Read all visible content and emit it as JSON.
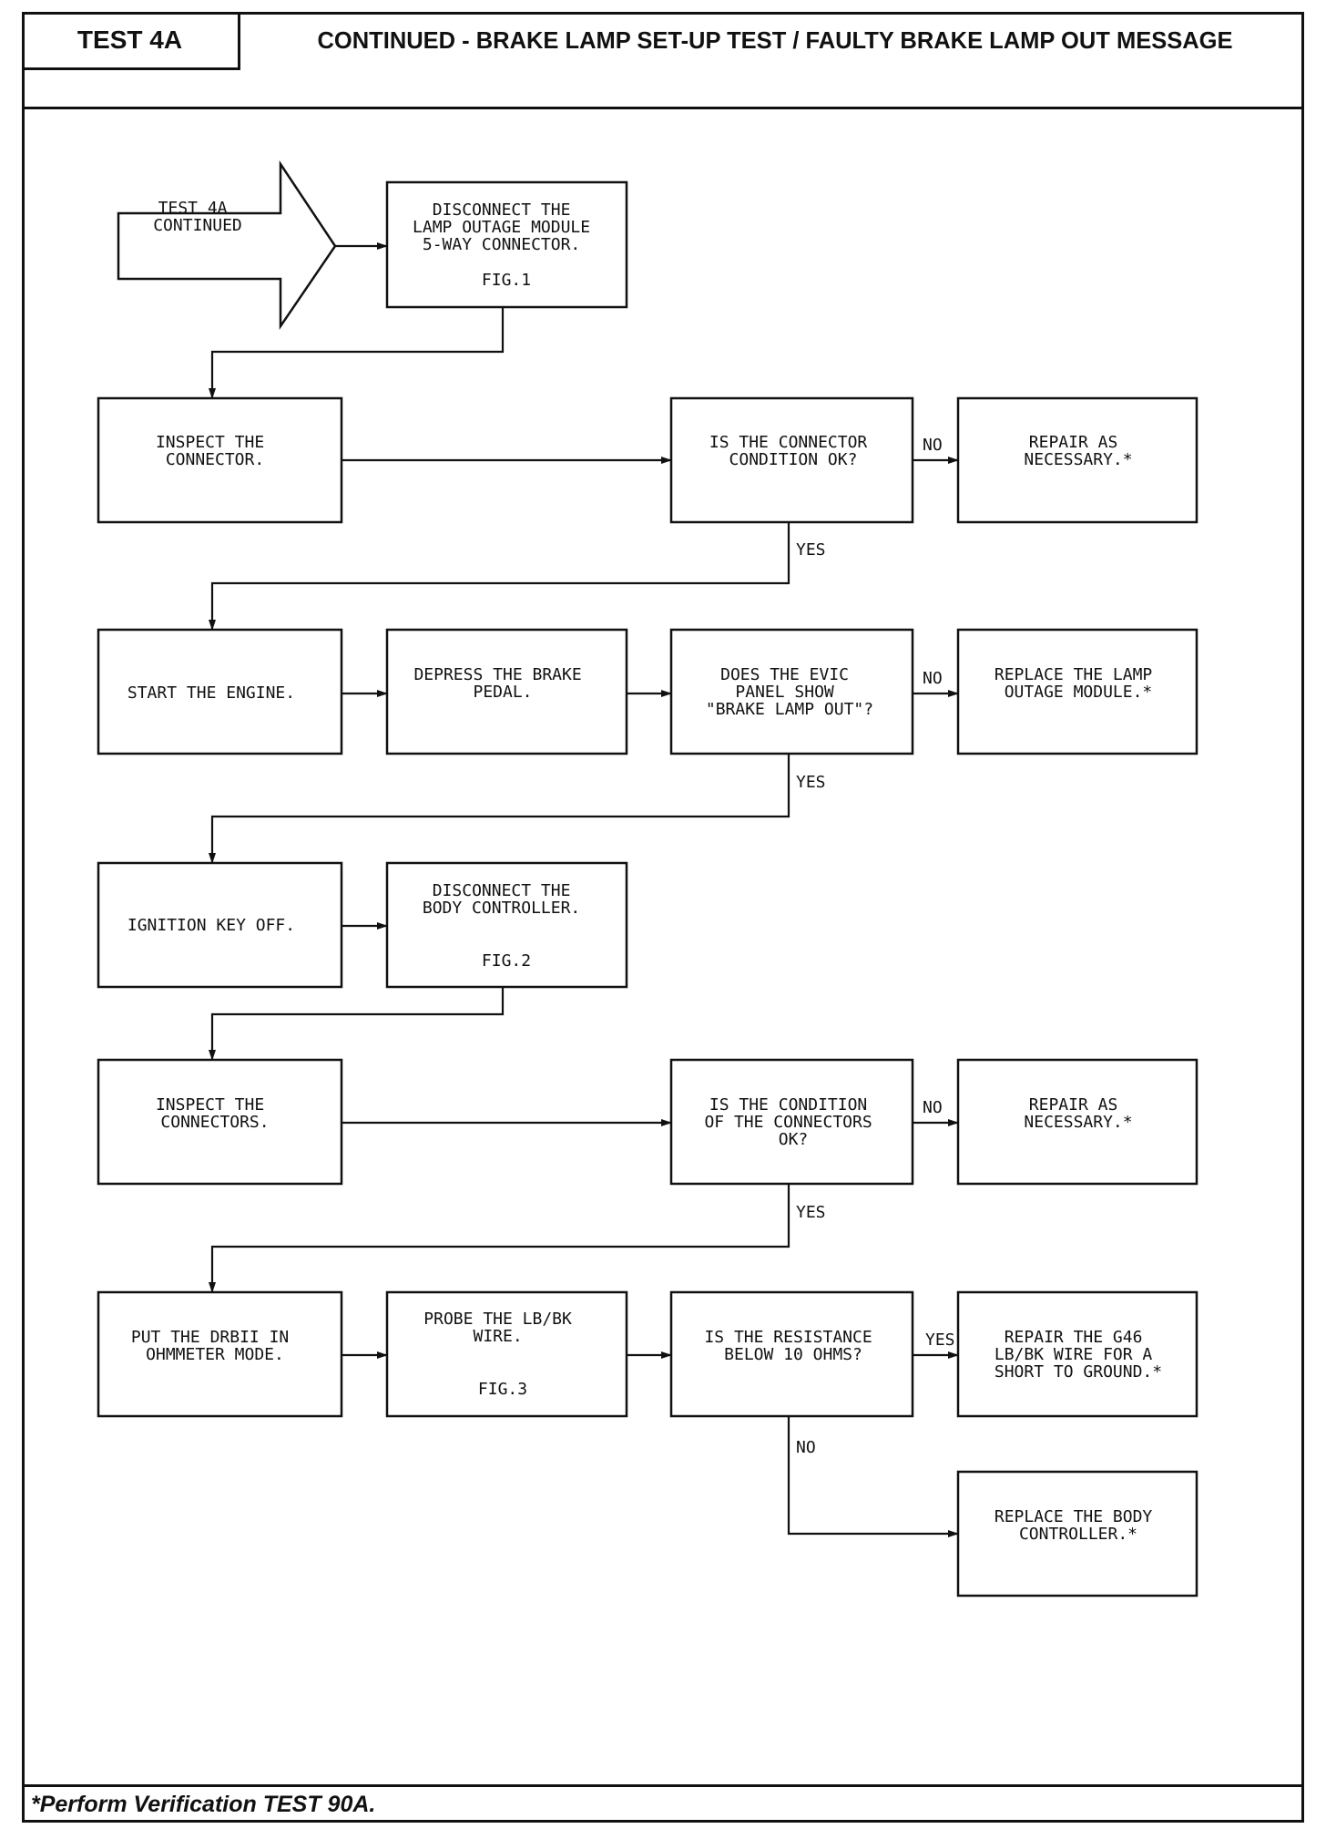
{
  "header": {
    "test_label": "TEST 4A",
    "title": "CONTINUED - BRAKE LAMP SET-UP TEST / FAULTY BRAKE LAMP OUT MESSAGE"
  },
  "footer": {
    "note": "*Perform Verification TEST 90A."
  },
  "flow": {
    "start": [
      "TEST 4A",
      "CONTINUED"
    ],
    "disconnect_lom": [
      "DISCONNECT THE",
      "LAMP OUTAGE MODULE",
      "5-WAY CONNECTOR.",
      "",
      "FIG.1"
    ],
    "inspect_connector": [
      "INSPECT THE",
      "CONNECTOR."
    ],
    "connector_ok_q": [
      "IS THE CONNECTOR",
      "CONDITION OK?"
    ],
    "repair_1": [
      "REPAIR AS",
      "NECESSARY.*"
    ],
    "start_engine": [
      "START THE ENGINE."
    ],
    "depress_brake": [
      "DEPRESS THE BRAKE",
      "PEDAL."
    ],
    "evic_q": [
      "DOES THE EVIC",
      "PANEL SHOW",
      "\"BRAKE LAMP OUT\"?"
    ],
    "replace_lom": [
      "REPLACE THE LAMP",
      "OUTAGE MODULE.*"
    ],
    "ignition_off": [
      "IGNITION KEY OFF."
    ],
    "disconnect_bc": [
      "DISCONNECT THE",
      "BODY CONTROLLER.",
      "",
      "FIG.2"
    ],
    "inspect_connectors": [
      "INSPECT THE",
      "CONNECTORS."
    ],
    "connectors_ok_q": [
      "IS THE CONDITION",
      "OF THE CONNECTORS",
      "OK?"
    ],
    "repair_2": [
      "REPAIR AS",
      "NECESSARY.*"
    ],
    "drbii_mode": [
      "PUT THE DRBII IN",
      "OHMMETER MODE."
    ],
    "probe_wire": [
      "PROBE THE LB/BK",
      "WIRE.",
      "",
      "FIG.3"
    ],
    "resistance_q": [
      "IS THE RESISTANCE",
      "BELOW 10 OHMS?"
    ],
    "repair_g46": [
      "REPAIR THE G46",
      "LB/BK WIRE FOR A",
      "SHORT TO GROUND.*"
    ],
    "replace_bc": [
      "REPLACE THE BODY",
      "CONTROLLER.*"
    ]
  },
  "labels": {
    "no_1": "NO",
    "yes_1": "YES",
    "no_2": "NO",
    "yes_2": "YES",
    "no_3": "NO",
    "yes_3": "YES",
    "yes_4": "YES",
    "no_4": "NO"
  }
}
